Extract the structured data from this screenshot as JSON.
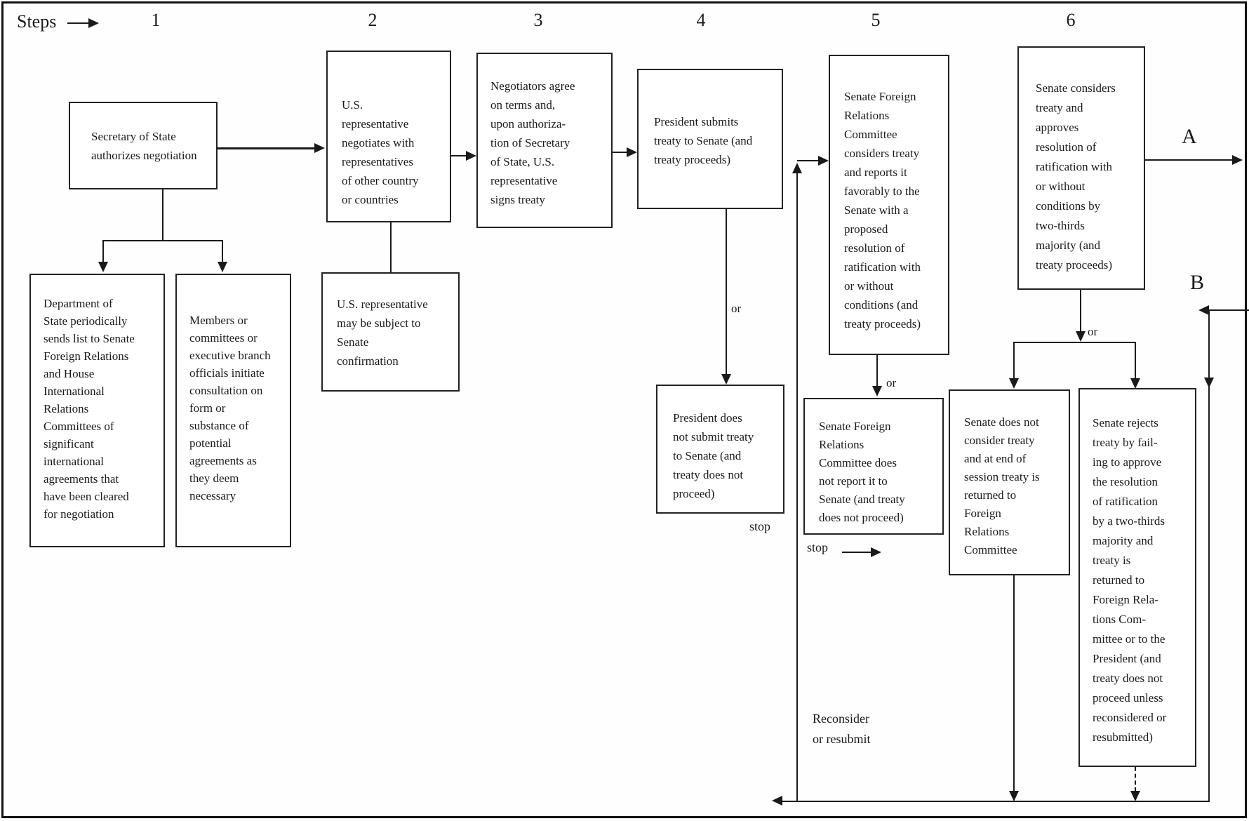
{
  "header": {
    "steps_label": "Steps",
    "columns": [
      "1",
      "2",
      "3",
      "4",
      "5",
      "6"
    ]
  },
  "boxes": {
    "secretary": [
      "Secretary of State",
      "authorizes negotiation"
    ],
    "dept_state": [
      "Department of",
      "State periodically",
      "sends list to Senate",
      "Foreign Relations",
      "and House",
      "International",
      "Relations",
      "Committees of",
      "significant",
      "international",
      "agreements that",
      "have been cleared",
      "for negotiation"
    ],
    "members": [
      "Members or",
      "committees or",
      "executive branch",
      "officials initiate",
      "consultation on",
      "form or",
      "substance of",
      "potential",
      "agreements as",
      "they deem",
      "necessary"
    ],
    "us_rep_negotiates": [
      "U.S.",
      "representative",
      "negotiates with",
      "representatives",
      "of other country",
      "or countries"
    ],
    "us_rep_confirmation": [
      "U.S. representative",
      "may be subject to",
      "Senate",
      "confirmation"
    ],
    "negotiators_agree": [
      "Negotiators agree",
      "on terms and,",
      "upon authoriza-",
      "tion of Secretary",
      "of State, U.S.",
      "representative",
      "signs treaty"
    ],
    "president_submits": [
      "President submits",
      "treaty to Senate (and",
      "treaty proceeds)"
    ],
    "president_not_submit": [
      "President does",
      "not submit treaty",
      "to Senate (and",
      "treaty does not",
      "proceed)"
    ],
    "sfrc_considers": [
      "Senate Foreign",
      "Relations",
      "Committee",
      "considers treaty",
      "and reports it",
      "favorably to the",
      "Senate with a",
      "proposed",
      "resolution of",
      "ratification with",
      "or without",
      "conditions (and",
      "treaty proceeds)"
    ],
    "sfrc_not_report": [
      "Senate Foreign",
      "Relations",
      "Committee does",
      "not report it to",
      "Senate (and treaty",
      "does not proceed)"
    ],
    "senate_approves": [
      "Senate considers",
      "treaty and",
      "approves",
      "resolution of",
      "ratification with",
      "or without",
      "conditions by",
      "two-thirds",
      "majority (and",
      "treaty proceeds)"
    ],
    "senate_not_consider": [
      "Senate does not",
      "consider treaty",
      "and at end of",
      "session treaty is",
      "returned to",
      "Foreign",
      "Relations",
      "Committee"
    ],
    "senate_rejects": [
      "Senate rejects",
      "treaty by fail-",
      "ing to approve",
      "the resolution",
      "of ratification",
      "by a two-thirds",
      "majority and",
      "treaty is",
      "returned to",
      "Foreign Rela-",
      "tions Com-",
      "mittee or to the",
      "President (and",
      "treaty does not",
      "proceed unless",
      "reconsidered or",
      "resubmitted)"
    ]
  },
  "labels": {
    "or_1": "or",
    "or_2": "or",
    "or_3": "or",
    "stop_1": "stop",
    "stop_2": "stop",
    "a": "A",
    "b": "B",
    "reconsider": [
      "Reconsider",
      "or resubmit"
    ]
  }
}
